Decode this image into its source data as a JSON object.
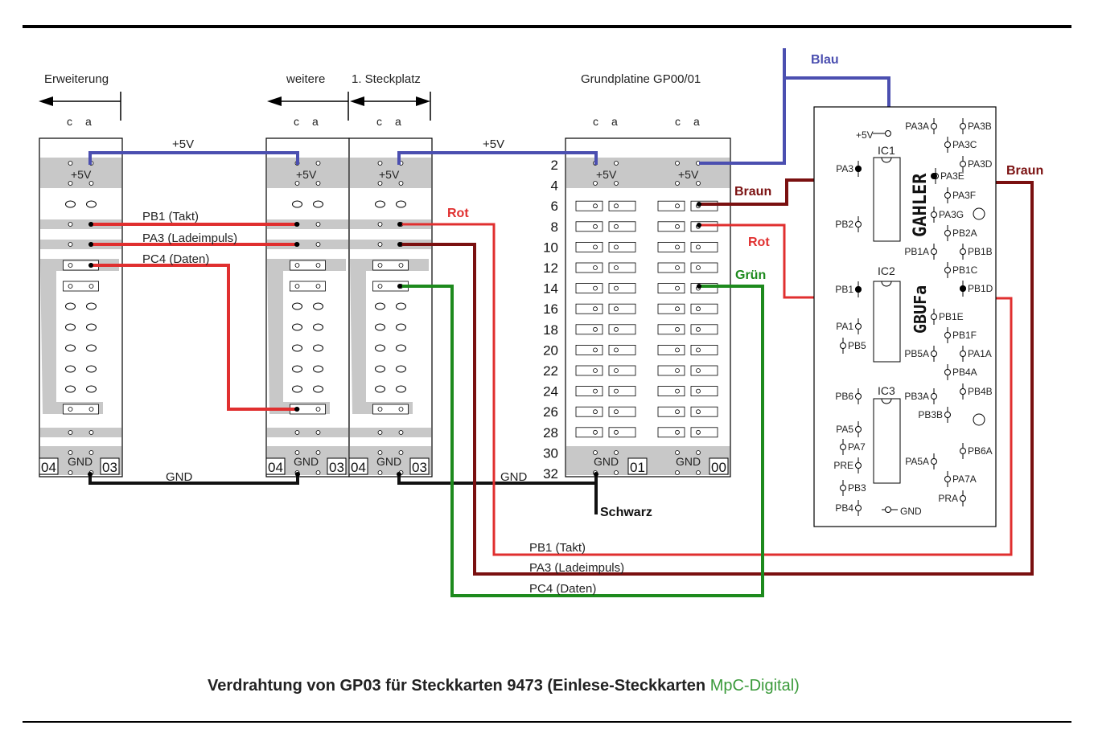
{
  "texts": {
    "erweiterung": "Erweiterung",
    "weitere": "weitere",
    "steckplatz": "1. Steckplatz",
    "grundplatine": "Grundplatine GP00/01",
    "col_c": "c",
    "col_a": "a",
    "p5v": "+5V",
    "gnd": "GND",
    "slot_04": "04",
    "slot_03": "03",
    "slot_01": "01",
    "slot_00": "00",
    "pb1_takt": "PB1 (Takt)",
    "pa3_lade": "PA3 (Ladeimpuls)",
    "pc4_daten": "PC4 (Daten)"
  },
  "row_numbers": [
    "2",
    "4",
    "6",
    "8",
    "10",
    "12",
    "14",
    "16",
    "18",
    "20",
    "22",
    "24",
    "26",
    "28",
    "30",
    "32"
  ],
  "wire_labels": {
    "blau": "Blau",
    "braun": "Braun",
    "rot": "Rot",
    "gruen": "Grün",
    "schwarz": "Schwarz"
  },
  "chip": {
    "ic1": "IC1",
    "ic2": "IC2",
    "ic3": "IC3",
    "brand1": "GAHLER",
    "brand2": "GBUFa",
    "plus5v": "+5V",
    "gnd": "GND",
    "pins": [
      "PA3A",
      "PA3B",
      "PA3C",
      "PA3D",
      "PA3E",
      "PA3F",
      "PA3G",
      "PB2A",
      "PB1A",
      "PB1B",
      "PB1C",
      "PB1D",
      "PB1E",
      "PB1F",
      "PB5A",
      "PA1A",
      "PB4A",
      "PB4B",
      "PB3A",
      "PB3B",
      "PB6A",
      "PA5A",
      "PA7A",
      "PRA",
      "PA3",
      "PB2",
      "PB1",
      "PA1",
      "PB5",
      "PB6",
      "PA5",
      "PA7",
      "PRE",
      "PB3",
      "PB4"
    ]
  },
  "caption": {
    "main": "Verdrahtung von GP03 für Steckkarten 9473 (Einlese-Steckkarten ",
    "accent": "MpC-Digital)"
  },
  "colors": {
    "blau": "#4b4fb0",
    "braun": "#7a1010",
    "rot": "#e02f2f",
    "gruen": "#1d8a1d",
    "schwarz": "#111111",
    "caption_accent": "#3a9a3a"
  }
}
